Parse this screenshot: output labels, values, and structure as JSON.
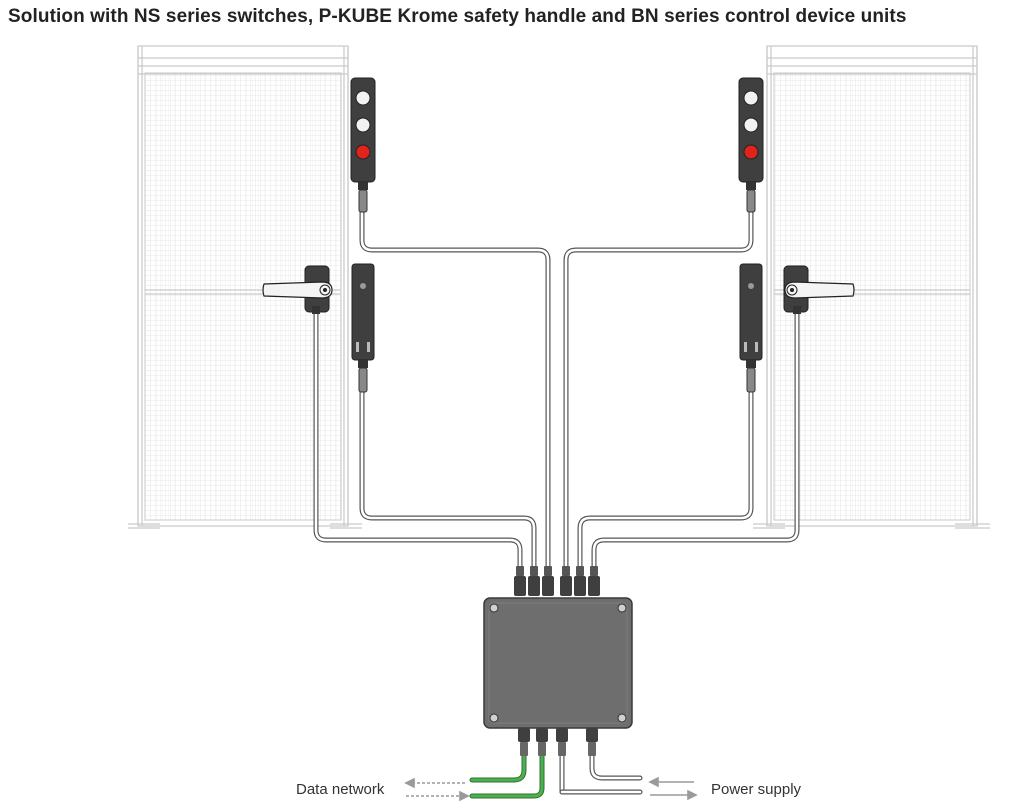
{
  "title": "Solution with NS series switches, P-KUBE Krome safety handle and BN series control device units",
  "labels": {
    "data_network": "Data network",
    "power_supply": "Power supply"
  },
  "colors": {
    "frame": "#c9c9c9",
    "mesh": "#e3e3e3",
    "device_body": "#3f3f3f",
    "junction_box": "#6e6e6e",
    "stop_button": "#e0241b",
    "data_cable": "#3f9a3f",
    "cable": "#555555"
  },
  "icons": [
    "stop-button-icon",
    "push-button-icon",
    "safety-handle-icon",
    "connector-icon",
    "screw-icon"
  ]
}
